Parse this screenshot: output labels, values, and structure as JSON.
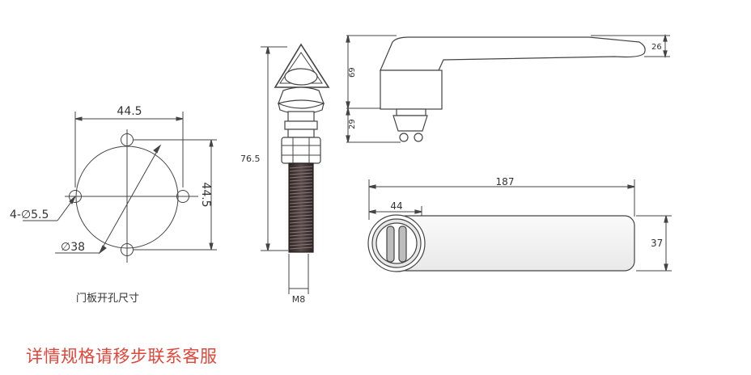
{
  "panel_cutout": {
    "label_width": "44.5",
    "label_height": "44.5",
    "label_holes": "4-∅5.5",
    "label_diameter": "∅38",
    "caption": "门板开孔尺寸"
  },
  "side_view": {
    "label_length": "76.5",
    "label_thread": "M8"
  },
  "top_view": {
    "label_height": "69",
    "label_tip": "26",
    "label_base": "29"
  },
  "front_view": {
    "label_length": "187",
    "label_head": "44",
    "label_width": "37"
  },
  "notice": "详情规格请移步联系客服",
  "colors": {
    "line": "#444444",
    "thread": "#3b3030",
    "notice": "#e0463a"
  }
}
